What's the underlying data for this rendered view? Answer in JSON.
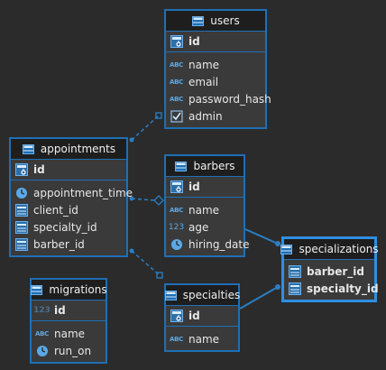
{
  "tables": {
    "users": {
      "title": "users",
      "pk": "id",
      "columns": [
        {
          "name": "name",
          "type": "text"
        },
        {
          "name": "email",
          "type": "text"
        },
        {
          "name": "password_hash",
          "type": "text"
        },
        {
          "name": "admin",
          "type": "bool"
        }
      ]
    },
    "appointments": {
      "title": "appointments",
      "pk": "id",
      "columns": [
        {
          "name": "appointment_time",
          "type": "time"
        },
        {
          "name": "client_id",
          "type": "fk"
        },
        {
          "name": "specialty_id",
          "type": "fk"
        },
        {
          "name": "barber_id",
          "type": "fk"
        }
      ]
    },
    "barbers": {
      "title": "barbers",
      "pk": "id",
      "columns": [
        {
          "name": "name",
          "type": "text"
        },
        {
          "name": "age",
          "type": "num"
        },
        {
          "name": "hiring_date",
          "type": "time"
        }
      ]
    },
    "specializations": {
      "title": "specializations",
      "columns": [
        {
          "name": "barber_id",
          "type": "fk",
          "bold": true
        },
        {
          "name": "specialty_id",
          "type": "fk",
          "bold": true
        }
      ]
    },
    "specialties": {
      "title": "specialties",
      "pk": "id",
      "columns": [
        {
          "name": "name",
          "type": "text"
        }
      ]
    },
    "migrations": {
      "title": "migrations",
      "pk": "id",
      "pk_type": "num",
      "columns": [
        {
          "name": "name",
          "type": "text"
        },
        {
          "name": "run_on",
          "type": "time"
        }
      ]
    }
  },
  "icons": {
    "table": "table-icon",
    "text": "abc-type-icon",
    "num": "numeric-type-icon",
    "time": "clock-icon",
    "bool": "checkbox-icon",
    "key": "key-icon",
    "fk": "foreign-key-icon"
  },
  "colors": {
    "accent": "#1f6fb5",
    "edge": "#2a7fc4",
    "background": "#2b2b2b"
  }
}
